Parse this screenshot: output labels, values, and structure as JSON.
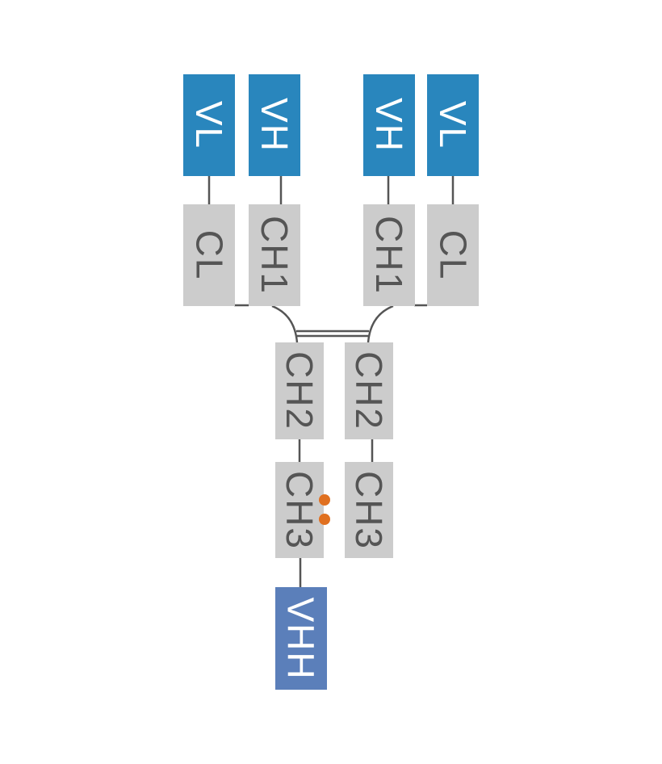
{
  "diagram": {
    "title": "",
    "colors": {
      "variable": "#2986bd",
      "constant": "#cccccc",
      "vhh": "#5b7fba",
      "connector": "#555555",
      "disulfide": "#e07020"
    },
    "left_fab": {
      "light_variable": "VL",
      "heavy_variable": "VH",
      "light_constant": "CL",
      "heavy_constant": "CH1"
    },
    "right_fab": {
      "heavy_variable": "VH",
      "light_variable": "VL",
      "heavy_constant": "CH1",
      "light_constant": "CL"
    },
    "fc": {
      "left_ch2": "CH2",
      "right_ch2": "CH2",
      "left_ch3": "CH3",
      "right_ch3": "CH3"
    },
    "vhh": "VHH",
    "disulfide_dots": 2
  }
}
